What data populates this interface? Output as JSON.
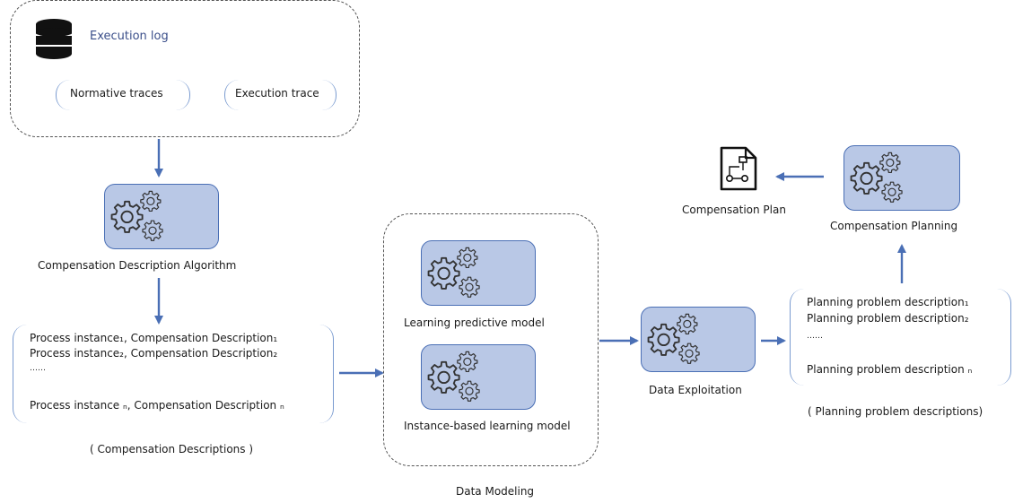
{
  "execution_log": {
    "title": "Execution log",
    "normative_traces": "Normative traces",
    "execution_trace": "Execution trace"
  },
  "compensation_algorithm": {
    "label": "Compensation Description Algorithm"
  },
  "compensation_descriptions": {
    "lines": [
      "Process instance₁, Compensation Description₁",
      "Process instance₂, Compensation Description₂",
      "……",
      "Process instance ₙ, Compensation Description ₙ"
    ],
    "caption": "( Compensation Descriptions )"
  },
  "data_modeling": {
    "learning_predictive_label": "Learning predictive model",
    "instance_based_label": "Instance-based learning model",
    "caption": "Data Modeling"
  },
  "data_exploitation": {
    "label": "Data Exploitation"
  },
  "planning_problems": {
    "lines": [
      "Planning problem description₁",
      "Planning problem description₂",
      "……",
      "Planning problem description ₙ"
    ],
    "caption": "( Planning problem descriptions)"
  },
  "compensation_planning": {
    "label": "Compensation Planning"
  },
  "compensation_plan": {
    "label": "Compensation Plan"
  },
  "colors": {
    "box_fill": "#b9c8e6",
    "box_border": "#4a6fb5",
    "arrow": "#4a6fb5"
  }
}
